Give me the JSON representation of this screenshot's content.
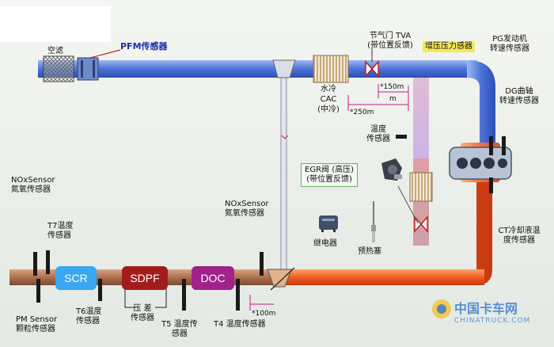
{
  "labels": {
    "air_filter": "空滤",
    "pfm_sensor": "PFM传感器",
    "throttle_tva_l1": "节气门 TVA",
    "throttle_tva_l2": "(带位置反馈)",
    "boost_pressure_sensor": "增压压力感器",
    "pg_engine_l1": "PG发动机",
    "pg_engine_l2": "转速传感器",
    "dg_crank_l1": "DG曲轴",
    "dg_crank_l2": "转速传感器",
    "cac_l1": "水冷",
    "cac_l2": "CAC",
    "cac_l3": "(中冷)",
    "dist_150": "*150m",
    "dist_m": "m",
    "dist_250": "*250m",
    "temp_sensor_l1": "温度",
    "temp_sensor_l2": "传感器",
    "egr_valve_l1": "EGR阀 (高压)",
    "egr_valve_l2": "(带位置反馈)",
    "relay": "继电器",
    "glow_plug": "预热塞",
    "ct_coolant_l1": "CT冷却液温",
    "ct_coolant_l2": "度传感器",
    "nox_left_l1": "NOxSensor",
    "nox_left_l2": "氮氧传感器",
    "t7_l1": "T7温度",
    "t7_l2": "传感器",
    "nox_mid_l1": "NOxSensor",
    "nox_mid_l2": "氮氧传感器",
    "pm_sensor_l1": "PM Sensor",
    "pm_sensor_l2": "颗粒传感器",
    "t6_l1": "T6温度",
    "t6_l2": "传感器",
    "dp_l1": "压 差",
    "dp_l2": "传感器",
    "t5_l1": "T5 温度传",
    "t5_l2": "感器",
    "t4": "T4 温度传感器",
    "dist_100": "*100m"
  },
  "boxes": {
    "scr": "SCR",
    "sdpf": "SDPF",
    "doc": "DOC"
  },
  "watermark": {
    "brand": "中国卡车网",
    "url": "CHINATRUCK.COM"
  },
  "colors": {
    "intake_pipe": "#5b7fe0",
    "exhaust_hot": "#e8451c",
    "exhaust_pipe": "#b0785a",
    "scr": "#3aa7f0",
    "sdpf": "#a31c1c",
    "doc": "#a0228a",
    "boost_tag": "#f5e95a"
  }
}
